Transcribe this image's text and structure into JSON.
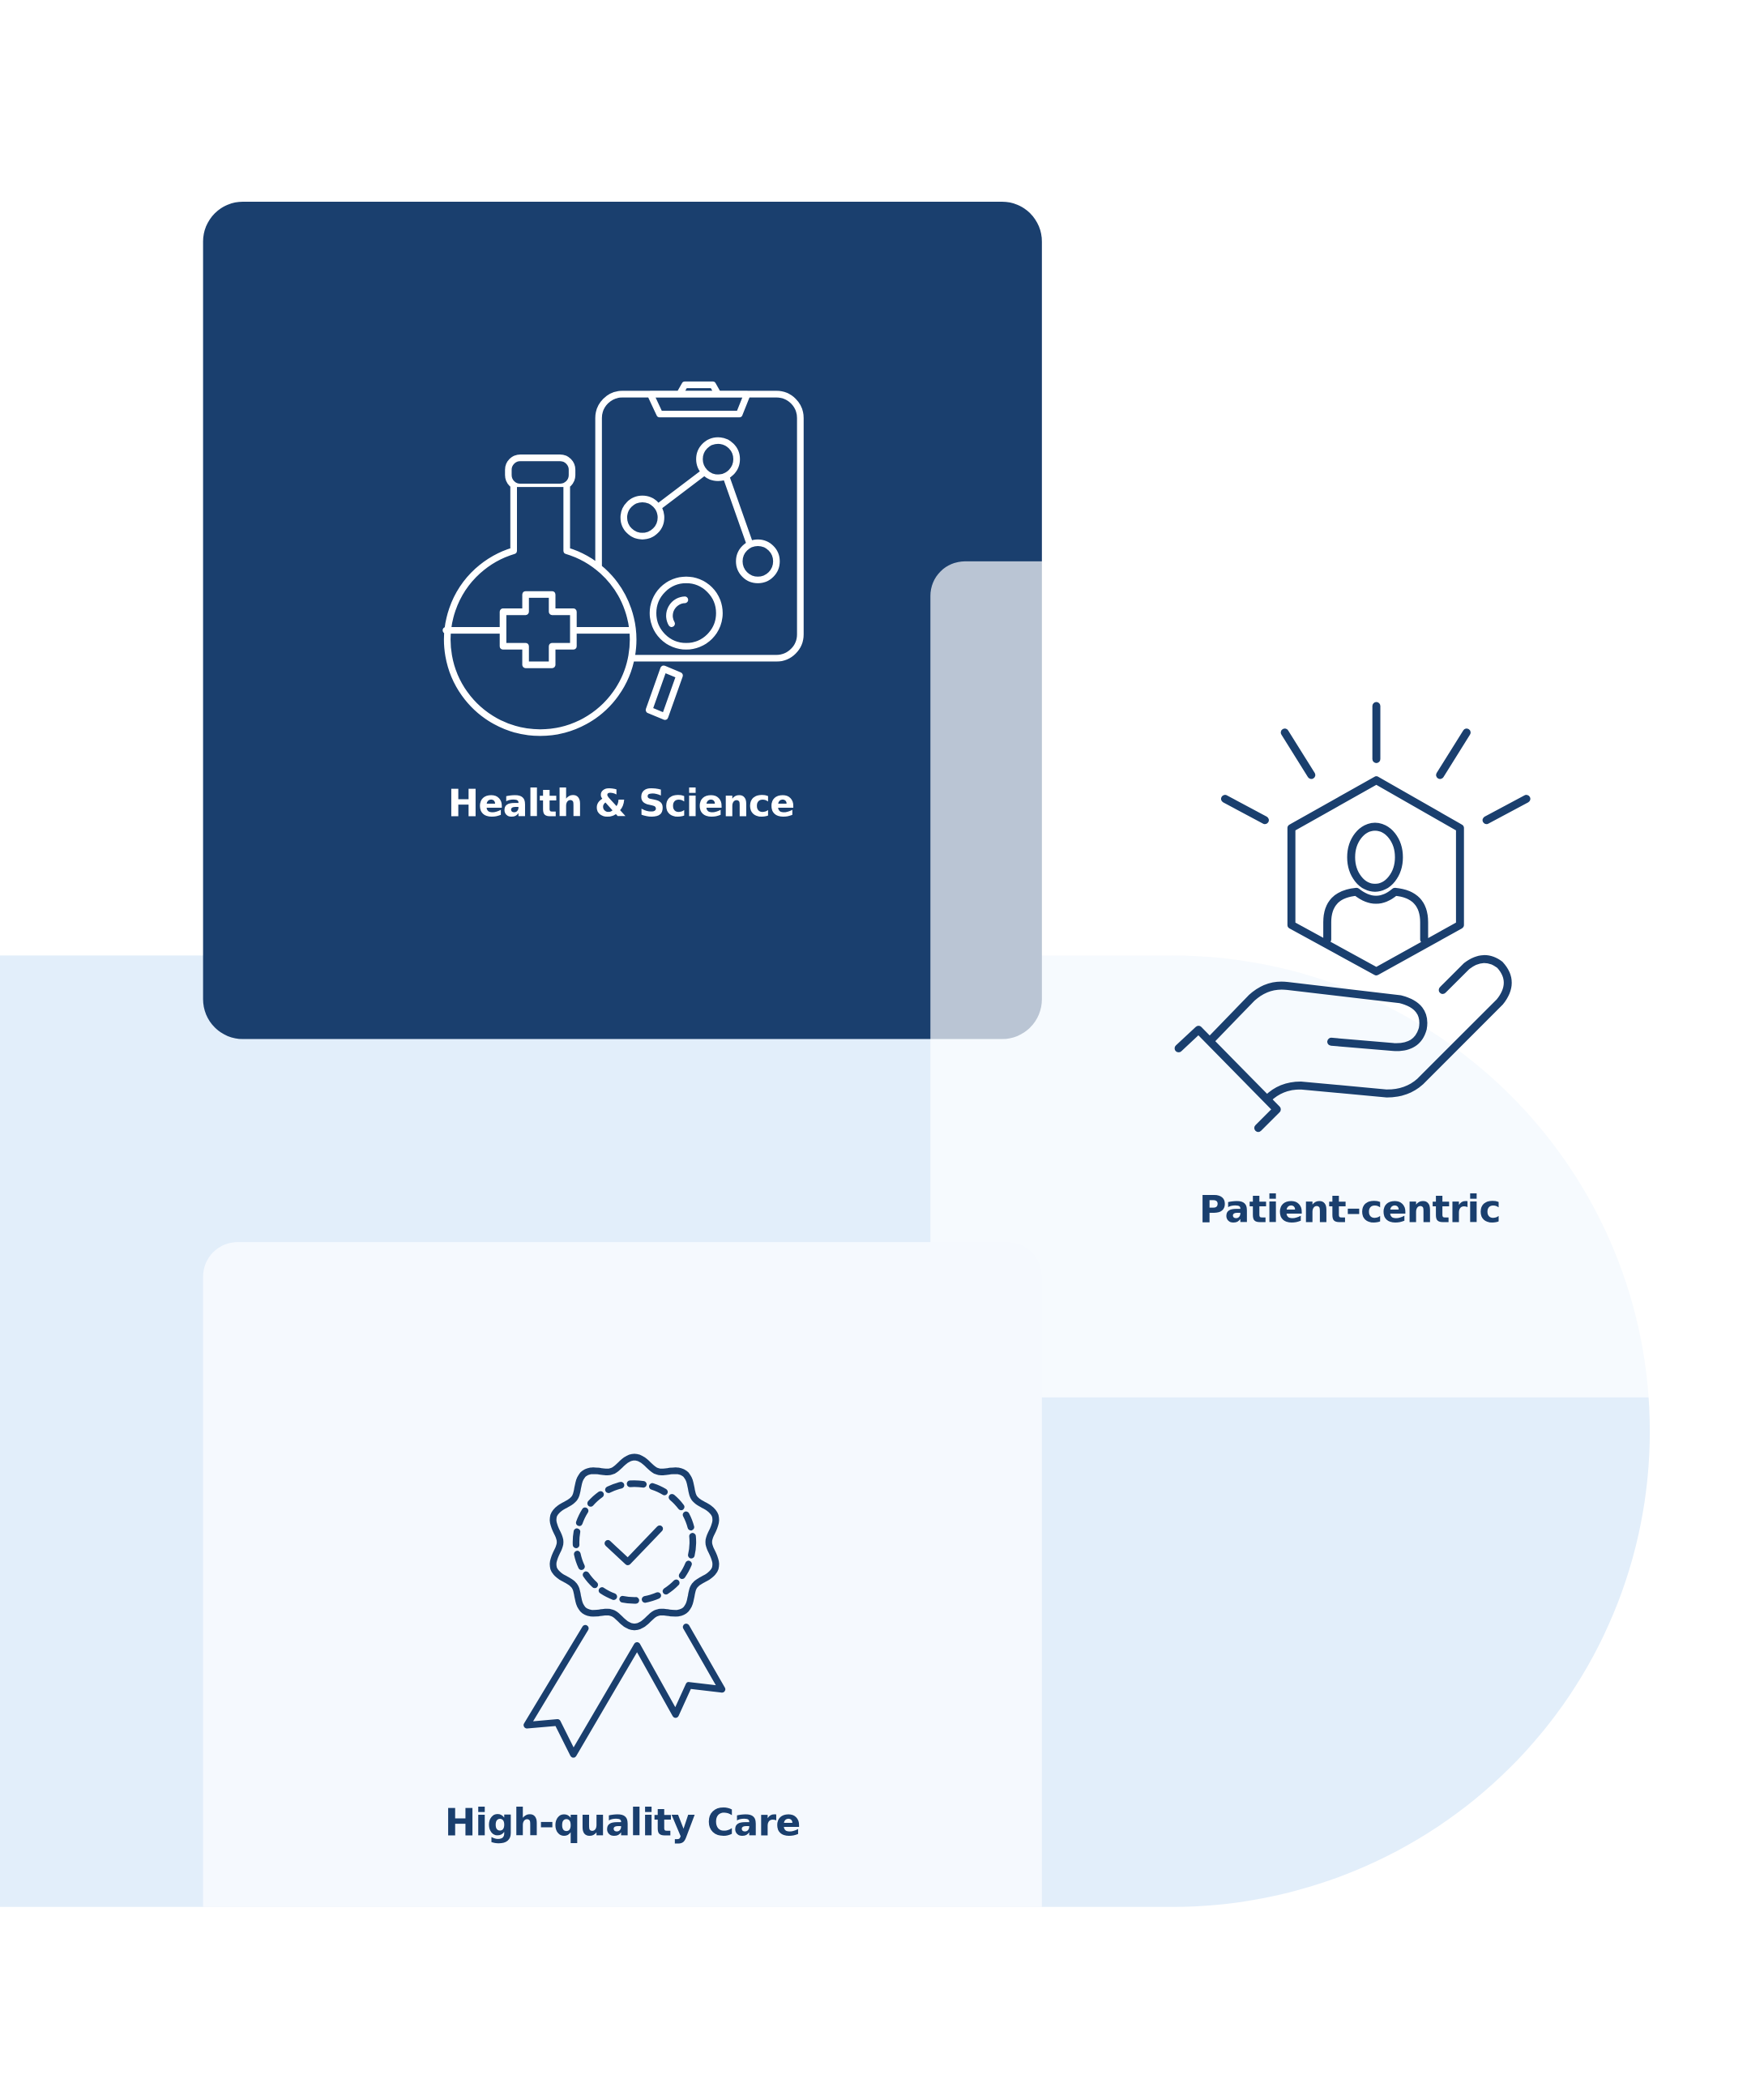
{
  "colors": {
    "navy": "#1a3f6e",
    "light_blue": "#e2eefa",
    "card_light": "#f5f9fe",
    "white": "#ffffff"
  },
  "cards": [
    {
      "label": "Health & Science",
      "icon": "flask-clipboard-icon"
    },
    {
      "label": "Patient-centric",
      "icon": "hand-person-icon"
    },
    {
      "label": "High-quality Care",
      "icon": "award-ribbon-icon"
    }
  ]
}
